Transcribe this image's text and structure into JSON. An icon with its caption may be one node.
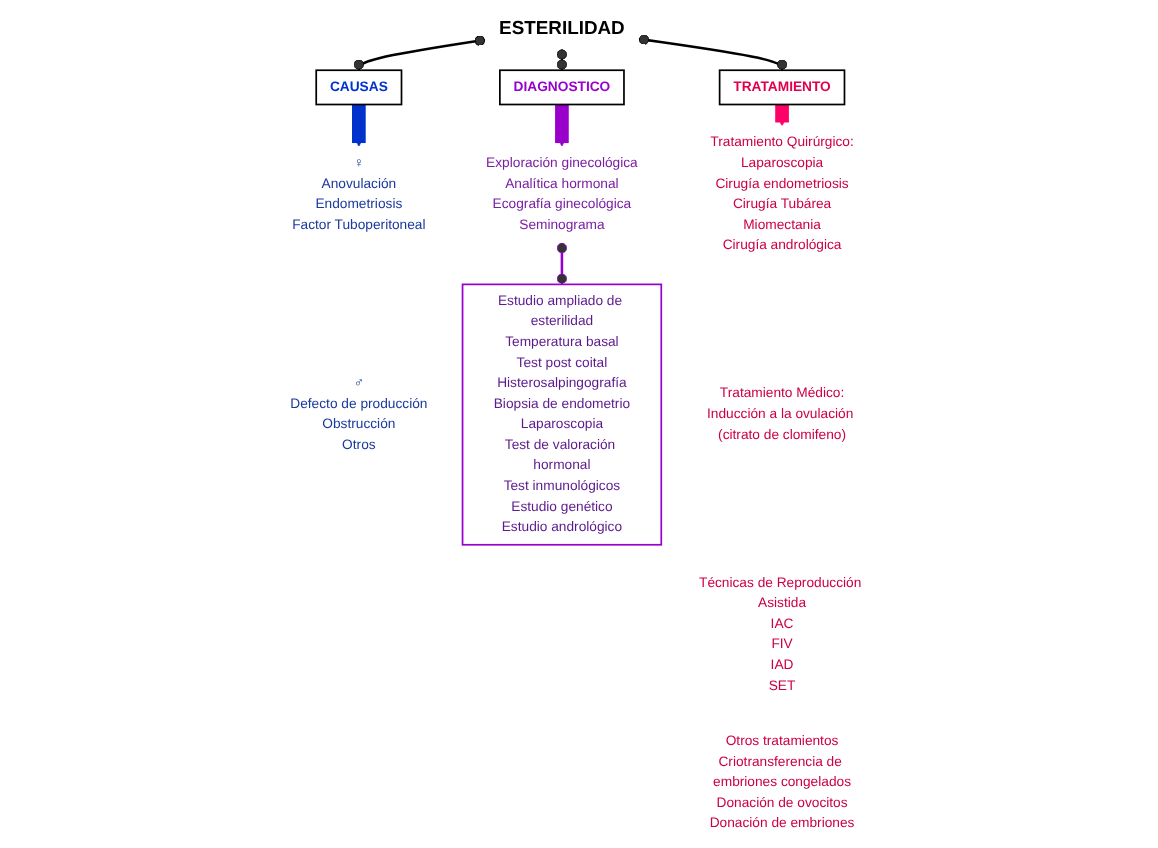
{
  "diagram": {
    "nodes": [
      {
        "text": [
          "ESTERILIDAD"
        ]
      },
      {
        "text": [
          "CAUSAS"
        ]
      },
      {
        "text": [
          "DIAGNOSTICO"
        ]
      },
      {
        "text": [
          "TRATAMIENTO"
        ]
      },
      {
        "text": [
          "Anovulación",
          "Endometriosis",
          "Factor Tuboperitoneal"
        ],
        "beside": [
          "♀"
        ]
      },
      {
        "text": [
          "Defecto de producción",
          "Obstrucción",
          "Otros"
        ],
        "beside": [
          "♂"
        ]
      },
      {
        "text": [
          "Exploración ginecológica",
          "Analítica hormonal",
          "Ecografía ginecológica",
          "Seminograma"
        ]
      },
      {
        "text": [
          "Estudio ampliado de esterilidad",
          "Temperatura basal",
          "Test post coital",
          "Histerosalpingografía",
          "Biopsia de endometrio",
          "Laparoscopia",
          "Test de valoración hormonal",
          "Test inmunológicos",
          "Estudio genético",
          "Estudio andrológico"
        ]
      },
      {
        "text": [
          "Tratamiento Quirúrgico:",
          "Laparoscopia",
          "Cirugía endometriosis",
          "Cirugía Tubárea",
          "Miomectania",
          "Cirugía andrológica"
        ]
      },
      {
        "text": [
          "Tratamiento Médico:",
          "Inducción a la ovulación (citrato de clomifeno)"
        ]
      },
      {
        "text": [
          "Técnicas de Reproducción Asistida",
          "IAC",
          "FIV",
          "IAD",
          "SET"
        ]
      },
      {
        "text": [
          "Otros tratamientos",
          "Criotransferencia de embriones congelados",
          "Donación de ovocitos",
          "Donación de embriones"
        ]
      }
    ],
    "edges": [
      {
        "from": 0,
        "to": 1,
        "arrow": "other"
      },
      {
        "from": 0,
        "to": 2,
        "arrow": "other"
      },
      {
        "from": 0,
        "to": 3,
        "arrow": "other"
      },
      {
        "from": 1,
        "to": 4,
        "arrow": "to",
        "style": "thick",
        "color": "#0033cc"
      },
      {
        "from": 2,
        "to": 6,
        "arrow": "to",
        "style": "thick",
        "color": "#9900cc"
      },
      {
        "from": 3,
        "to": 8,
        "arrow": "to",
        "style": "thick",
        "color": "#ff0066"
      },
      {
        "from": 6,
        "to": 7,
        "arrow": "other",
        "color": "#9900cc"
      }
    ]
  }
}
